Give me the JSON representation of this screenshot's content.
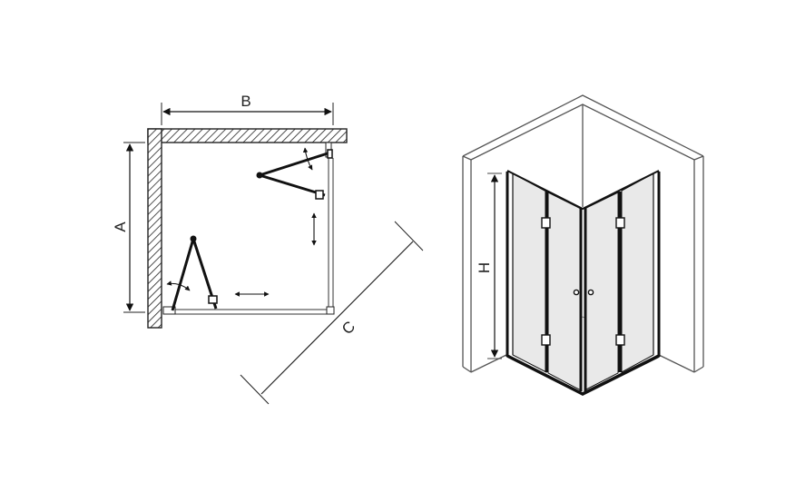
{
  "plan_view": {
    "dimension_labels": {
      "width": "B",
      "depth": "A",
      "diagonal": "C"
    }
  },
  "isometric_view": {
    "dimension_labels": {
      "height": "H"
    }
  },
  "colors": {
    "line": "#1a1a1a",
    "wall_outline": "#555555",
    "glass": "#e9e9e9"
  }
}
